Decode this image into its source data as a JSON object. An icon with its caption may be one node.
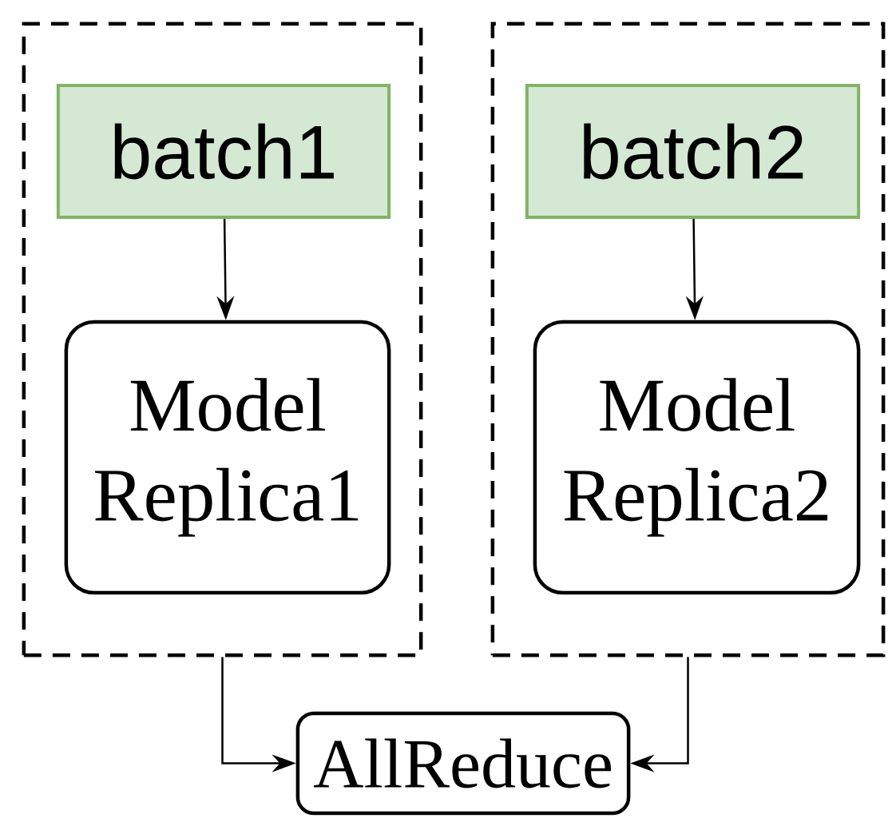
{
  "diagram": {
    "nodes": [
      {
        "text": [],
        "shape": "box"
      },
      {
        "text": [
          "batch1"
        ],
        "in": 0
      },
      {
        "text": [
          "Model Replica1"
        ],
        "in": 0
      },
      {
        "text": [],
        "shape": "box"
      },
      {
        "text": [
          "batch2"
        ],
        "in": 3
      },
      {
        "text": [
          "Model Replica2"
        ],
        "in": 3
      },
      {
        "text": [
          "AllReduce"
        ]
      }
    ],
    "edges": [
      {
        "from": 1,
        "to": 2,
        "arrow": "to"
      },
      {
        "from": 4,
        "to": 5,
        "arrow": "to"
      },
      {
        "from": 0,
        "to": 6,
        "arrow": "to"
      },
      {
        "from": 3,
        "to": 6,
        "arrow": "to"
      }
    ]
  }
}
